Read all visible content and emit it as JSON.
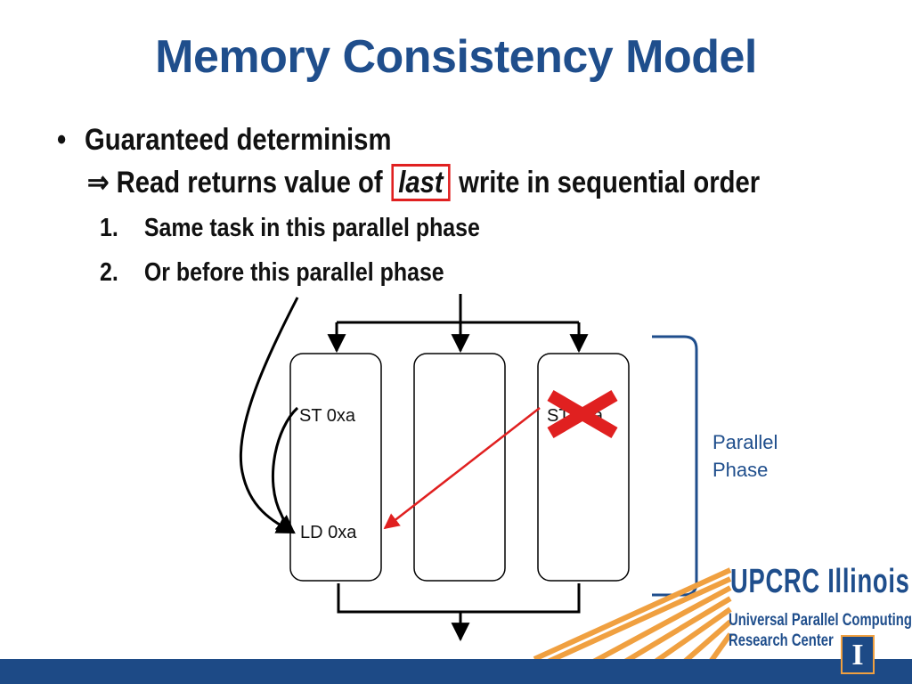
{
  "slide": {
    "title": "Memory Consistency Model",
    "bullet_marker": "•",
    "bullet": "Guaranteed determinism",
    "implies_symbol": "⇒",
    "sub_prefix": " Read returns value of ",
    "sub_emphasis": "last",
    "sub_suffix": " write in sequential order",
    "items": [
      {
        "num": "1.",
        "text": "Same task in this parallel phase"
      },
      {
        "num": "2.",
        "text": "Or before this parallel phase"
      }
    ]
  },
  "diagram": {
    "task1_store": "ST 0xa",
    "task1_load": "LD 0xa",
    "task3_store": "ST 0xa",
    "phase_label_line1": "Parallel",
    "phase_label_line2": "Phase",
    "colors": {
      "valid_arrow": "#000000",
      "invalid_arrow": "#e02020",
      "cross": "#e02020",
      "bracket": "#1f4e8c"
    }
  },
  "branding": {
    "org_name": "UPCRC Illinois",
    "subtitle_line1": "Universal Parallel Computing",
    "subtitle_line2": "Research Center",
    "logo_letter": "I",
    "colors": {
      "brand": "#1f4e8c",
      "accent": "#f0a040"
    }
  }
}
